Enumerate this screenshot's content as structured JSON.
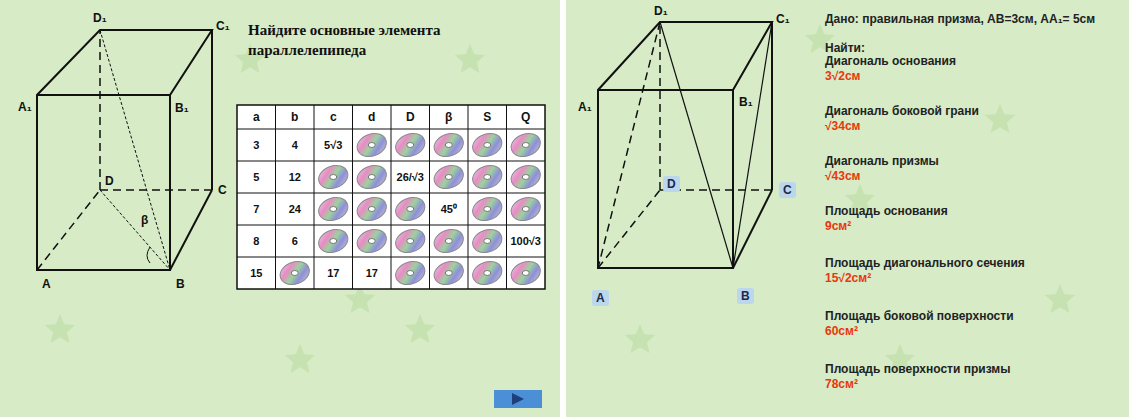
{
  "diagram": {
    "title": "Найдите основные элемента параллелепипеда",
    "nodes": [
      {
        "text": [
          "D"
        ]
      },
      {
        "text": [
          "C"
        ]
      },
      {
        "text": [
          "A"
        ]
      },
      {
        "text": [
          "B"
        ]
      }
    ],
    "labels": [
      "D₁",
      "C₁",
      "A₁",
      "B₁",
      "D",
      "C",
      "β",
      "A",
      "B",
      "a",
      "b",
      "c",
      "d",
      "D",
      "β",
      "S",
      "Q",
      "3",
      "4",
      "5√3",
      "5",
      "12",
      "26/√3",
      "7",
      "24",
      "45⁰",
      "8",
      "6",
      "100√3",
      "15",
      "17",
      "17",
      "D₁",
      "C₁",
      "A₁",
      "B₁",
      "Дано: правильная призма, AB=3см, AA₁= 5см",
      "Найти:",
      "Диагональ основания",
      "3√2см",
      "Диагональ боковой грани",
      "√34см",
      "Диагональ призмы",
      "√43см",
      "Площадь основания",
      "9см²",
      "Площадь диагонального сечения",
      "15√2см²",
      "Площадь боковой поверхности",
      "60см²",
      "Площадь поверхности призмы",
      "78см²"
    ]
  }
}
